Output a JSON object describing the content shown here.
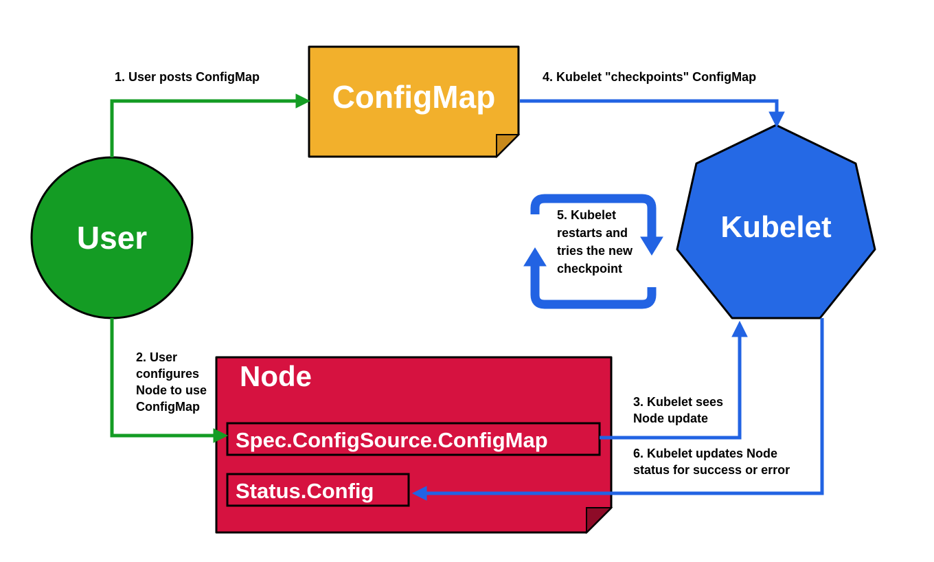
{
  "diagram": {
    "user": {
      "label": "User",
      "fill": "#149c24"
    },
    "configmap": {
      "label": "ConfigMap",
      "fill": "#f2b02c",
      "fold": "#c8891b"
    },
    "kubelet": {
      "label": "Kubelet",
      "fill": "#2569e5"
    },
    "node": {
      "label": "Node",
      "fill": "#d61240",
      "fold": "#8e0b28",
      "spec_field": "Spec.ConfigSource.ConfigMap",
      "status_field": "Status.Config"
    },
    "steps": {
      "s1": "1. User posts ConfigMap",
      "s2": "2. User\nconfigures\nNode to use\nConfigMap",
      "s3": "3. Kubelet sees\nNode update",
      "s4": "4. Kubelet \"checkpoints\" ConfigMap",
      "s5": "5. Kubelet\nrestarts and\ntries the new\ncheckpoint",
      "s6": "6. Kubelet updates Node\nstatus for success or error"
    },
    "colors": {
      "green": "#149c24",
      "blue": "#2263e3",
      "outline": "#000000"
    }
  }
}
